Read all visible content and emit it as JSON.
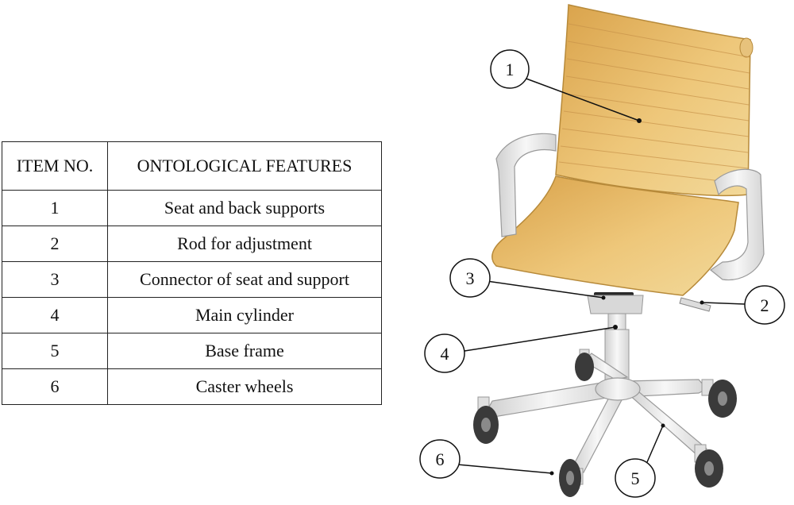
{
  "table": {
    "headers": {
      "item_no": "ITEM NO.",
      "features": "ONTOLOGICAL FEATURES"
    },
    "rows": [
      {
        "item": "1",
        "feature": "Seat and back supports"
      },
      {
        "item": "2",
        "feature": "Rod for adjustment"
      },
      {
        "item": "3",
        "feature": "Connector of seat and support"
      },
      {
        "item": "4",
        "feature": "Main cylinder"
      },
      {
        "item": "5",
        "feature": "Base frame"
      },
      {
        "item": "6",
        "feature": "Caster wheels"
      }
    ]
  },
  "callouts": {
    "c1": "1",
    "c2": "2",
    "c3": "3",
    "c4": "4",
    "c5": "5",
    "c6": "6"
  },
  "colors": {
    "seat": "#e2b45a",
    "frame": "#e6e6e6",
    "wheel": "#3a3a3a",
    "line": "#111111"
  }
}
